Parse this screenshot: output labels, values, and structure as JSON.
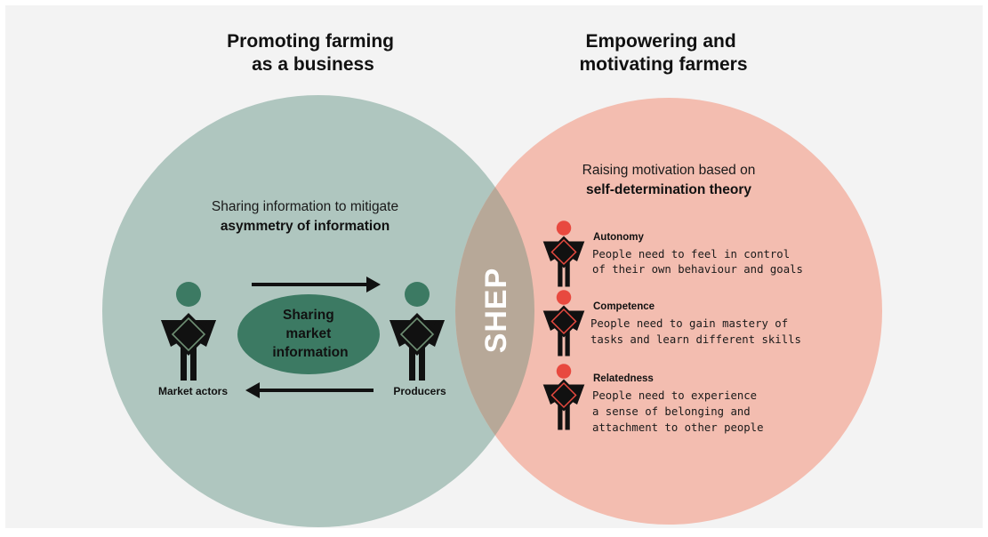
{
  "left": {
    "heading": [
      "Promoting farming",
      "as a business"
    ],
    "subtitle": "Sharing information to mitigate",
    "subtitle_bold": "asymmetry of information",
    "bubble": [
      "Sharing",
      "market",
      "information"
    ],
    "actor_left": "Market actors",
    "actor_right": "Producers"
  },
  "right": {
    "heading": [
      "Empowering and",
      "motivating farmers"
    ],
    "subtitle": "Raising motivation based on",
    "subtitle_bold": "self-determination theory",
    "items": [
      {
        "title": "Autonomy",
        "lines": [
          "People need to feel in control",
          "of their own behaviour and goals"
        ]
      },
      {
        "title": "Competence",
        "lines": [
          "People need to gain mastery of",
          "tasks and learn different skills"
        ]
      },
      {
        "title": "Relatedness",
        "lines": [
          "People need to experience",
          "a sense of belonging and",
          "attachment to other people"
        ]
      }
    ]
  },
  "center": {
    "label": "SHEP"
  },
  "colors": {
    "background_panel": "#f3f3f3",
    "left_circle": "#afc6bf",
    "right_circle": "#f3bdb0",
    "overlap": "#b7a898",
    "green_head": "#3c7a63",
    "bubble": "#3c7a63",
    "red_head": "#e8493f",
    "figure": "#111111"
  }
}
